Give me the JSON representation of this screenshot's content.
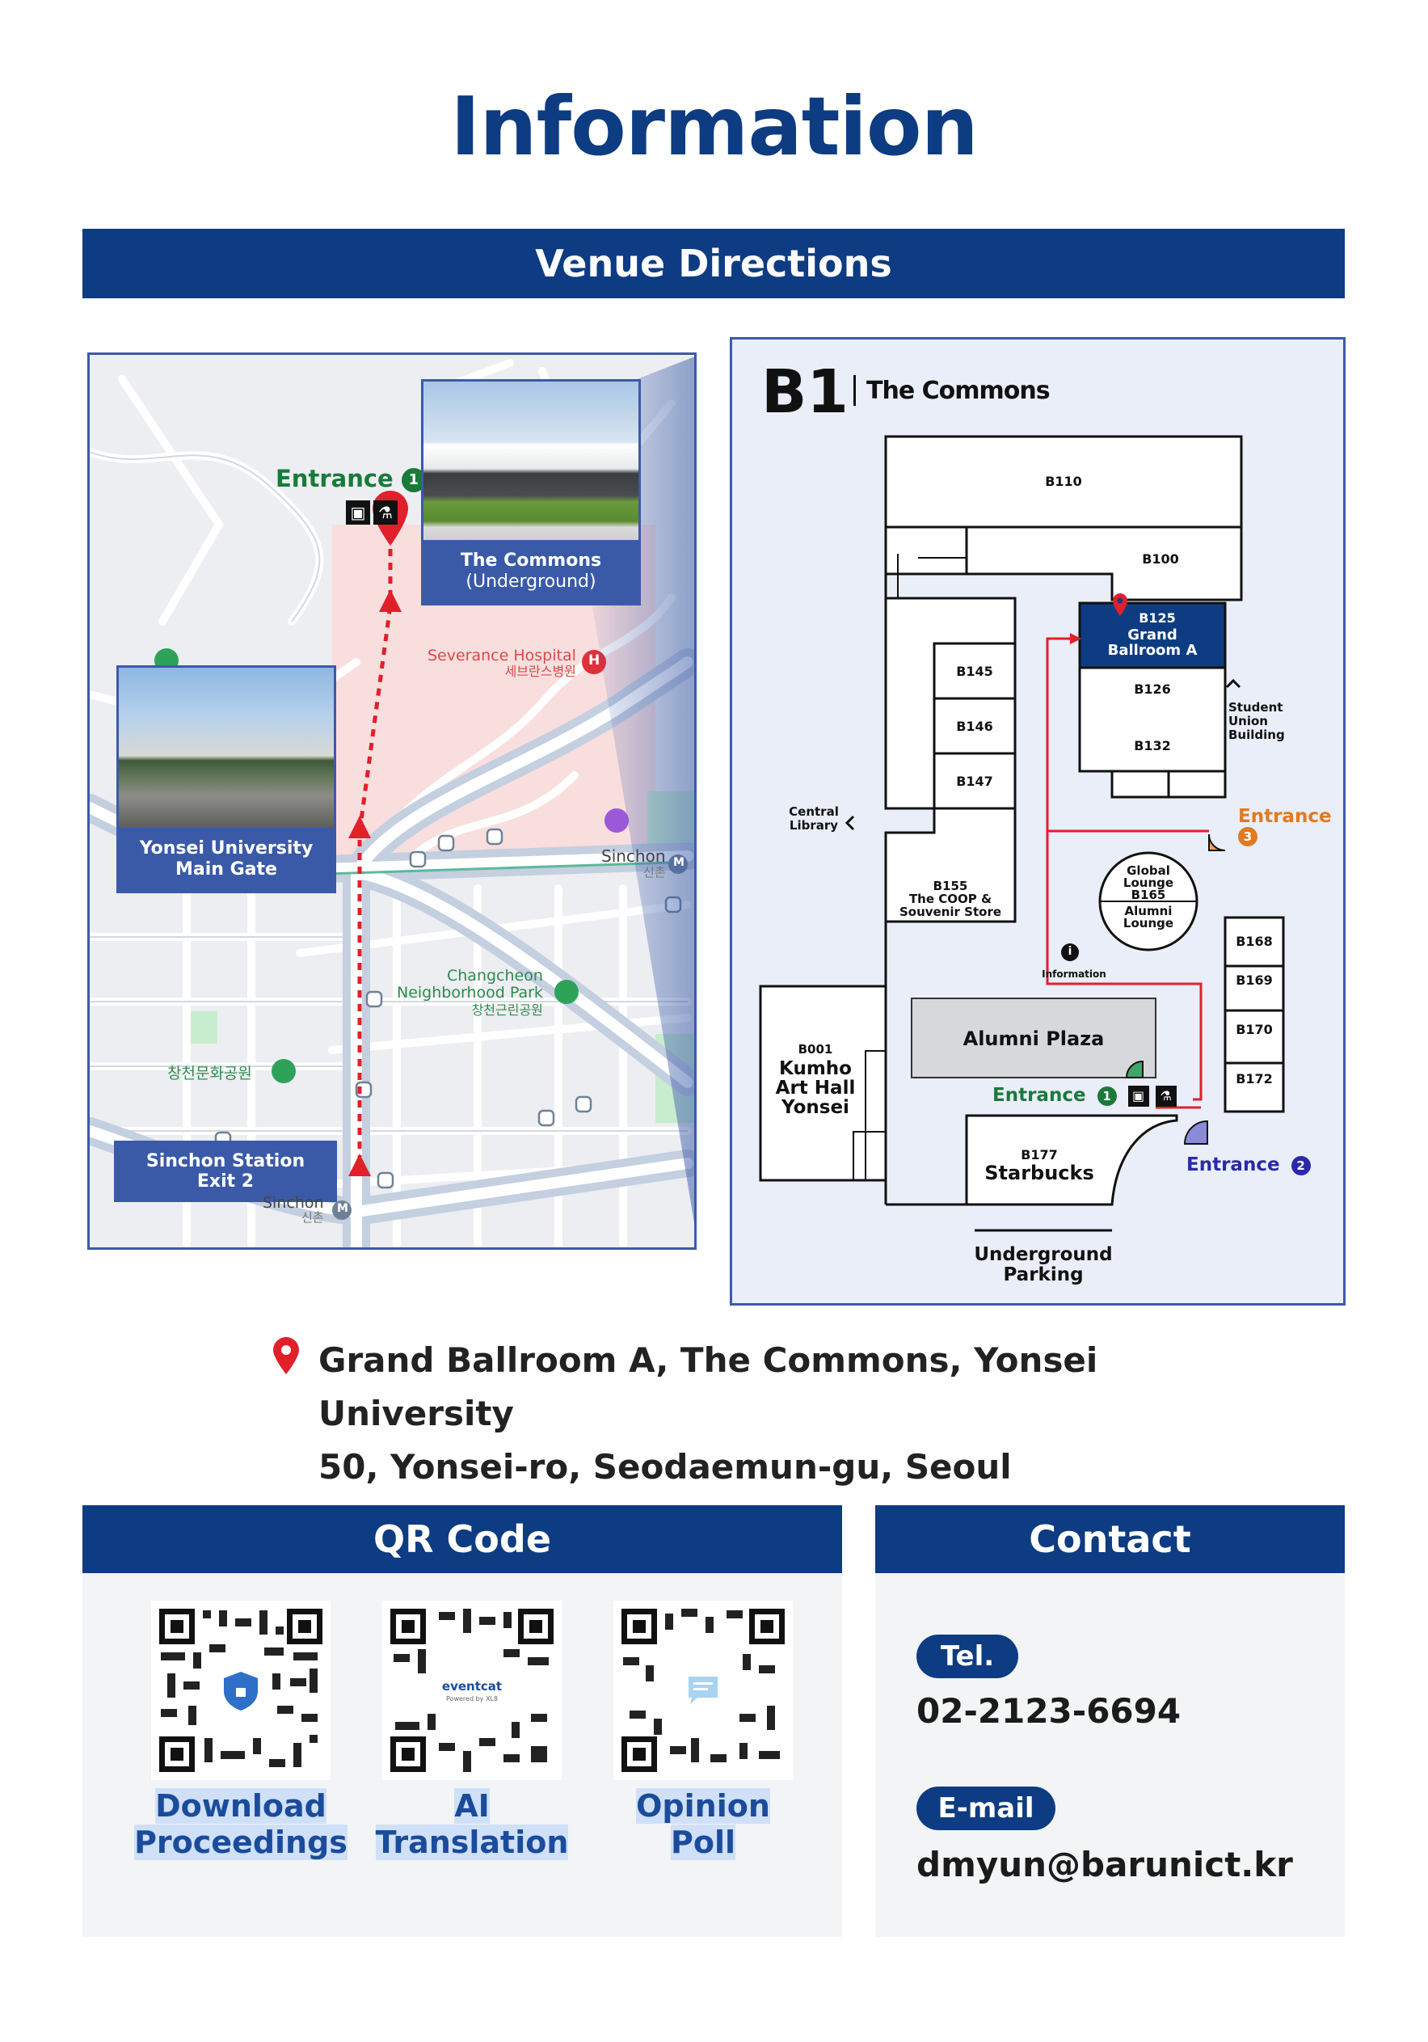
{
  "page": {
    "title": "Information"
  },
  "venue": {
    "heading": "Venue Directions",
    "map": {
      "entrance1": "Entrance",
      "entrance1_num": "1",
      "commons_name": "The Commons",
      "commons_sub": "(Underground)",
      "severance_en": "Severance Hospital",
      "severance_ko": "세브란스병원",
      "yonsei_gate_line1": "Yonsei University",
      "yonsei_gate_line2": "Main Gate",
      "sinchon_en": "Sinchon",
      "sinchon_ko": "신촌",
      "park_line1": "Changcheon",
      "park_line2": "Neighborhood Park",
      "park_ko": "창천근린공원",
      "culture_park_ko": "창천문화공원",
      "station_line1": "Sinchon Station",
      "station_line2": "Exit 2",
      "sinchon_bottom_en": "Sinchon",
      "sinchon_bottom_ko": "신촌",
      "metro_letter": "M",
      "hospital_letter": "H"
    },
    "plan": {
      "floor": "B1",
      "building": "The Commons",
      "rooms": {
        "b110": "B110",
        "b100": "B100",
        "b125": "B125",
        "grand1": "Grand",
        "grand2": "Ballroom A",
        "b126": "B126",
        "b132": "B132",
        "b145": "B145",
        "b146": "B146",
        "b147": "B147",
        "b155": "B155",
        "coop1": "The COOP &",
        "coop2": "Souvenir Store",
        "global1": "Global",
        "global2": "Lounge",
        "b165": "B165",
        "alumni_l1": "Alumni",
        "alumni_l2": "Lounge",
        "b168": "B168",
        "b169": "B169",
        "b170": "B170",
        "b172": "B172",
        "alumni_plaza": "Alumni Plaza",
        "b001": "B001",
        "kumho1": "Kumho",
        "kumho2": "Art Hall",
        "kumho3": "Yonsei",
        "b177": "B177",
        "starbucks": "Starbucks"
      },
      "student1": "Student",
      "student2": "Union",
      "student3": "Building",
      "central1": "Central",
      "central2": "Library",
      "information": "Information",
      "entrance_label": "Entrance",
      "entrance1_num": "1",
      "entrance2_num": "2",
      "entrance3_num": "3",
      "parking1": "Underground",
      "parking2": "Parking"
    },
    "colors": {
      "navy": "#0e3c82",
      "route_red": "#e0202a",
      "entrance_green": "#1a7a3a",
      "entrance_orange": "#e07a20",
      "entrance_blue": "#2a2aa8"
    }
  },
  "address": {
    "line1": "Grand Ballroom A, The Commons, Yonsei University",
    "line2": "50, Yonsei-ro, Seodaemun-gu, Seoul",
    "icon": "map-pin-icon"
  },
  "qr": {
    "heading": "QR Code",
    "items": [
      {
        "label1": "Download",
        "label2": "Proceedings",
        "icon": "shield-lock-icon"
      },
      {
        "label1": "AI",
        "label2": "Translation",
        "logo_text": "eventcat",
        "logo_sub": "Powered by XL8"
      },
      {
        "label1": "Opinion",
        "label2": "Poll",
        "icon": "chat-bubble-icon"
      }
    ]
  },
  "contact": {
    "heading": "Contact",
    "tel_label": "Tel.",
    "tel": "02-2123-6694",
    "email_label": "E-mail",
    "email": "dmyun@barunict.kr"
  }
}
